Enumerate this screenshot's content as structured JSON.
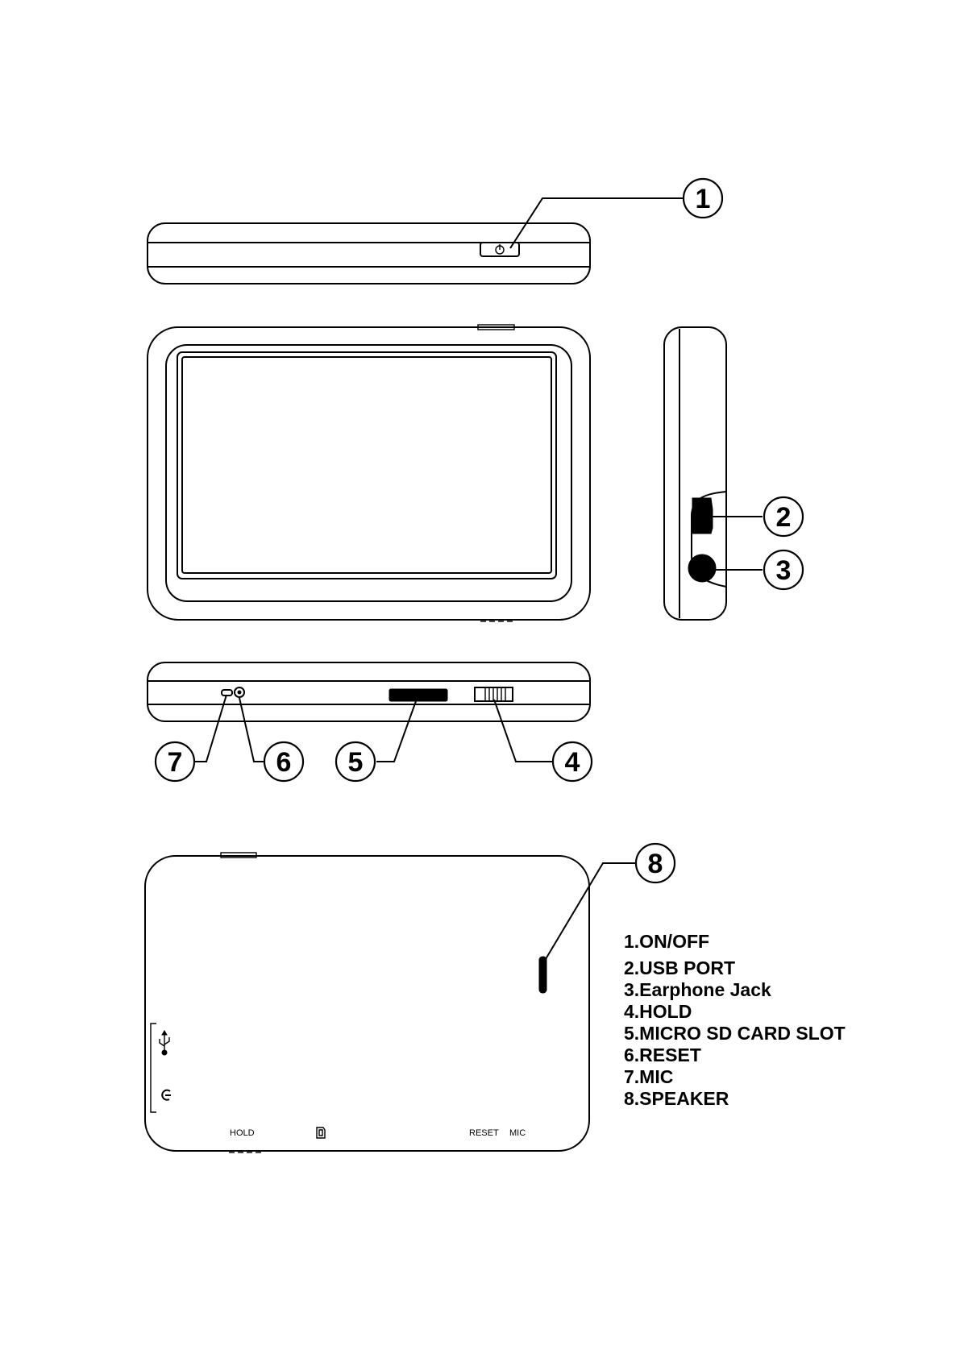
{
  "callouts": [
    {
      "id": "1",
      "number": "1"
    },
    {
      "id": "2",
      "number": "2"
    },
    {
      "id": "3",
      "number": "3"
    },
    {
      "id": "4",
      "number": "4"
    },
    {
      "id": "5",
      "number": "5"
    },
    {
      "id": "6",
      "number": "6"
    },
    {
      "id": "7",
      "number": "7"
    },
    {
      "id": "8",
      "number": "8"
    }
  ],
  "back_panel": {
    "hold_label": "HOLD",
    "reset_label": "RESET",
    "mic_label": "MIC",
    "icons": [
      "usb-icon",
      "headphone-icon",
      "sd-card-icon",
      "power-icon"
    ]
  },
  "legend": [
    "1.ON/OFF",
    "2.USB PORT",
    "3.Earphone Jack",
    "4.HOLD",
    "5.MICRO SD CARD SLOT",
    "6.RESET",
    "7.MIC",
    "8.SPEAKER"
  ]
}
